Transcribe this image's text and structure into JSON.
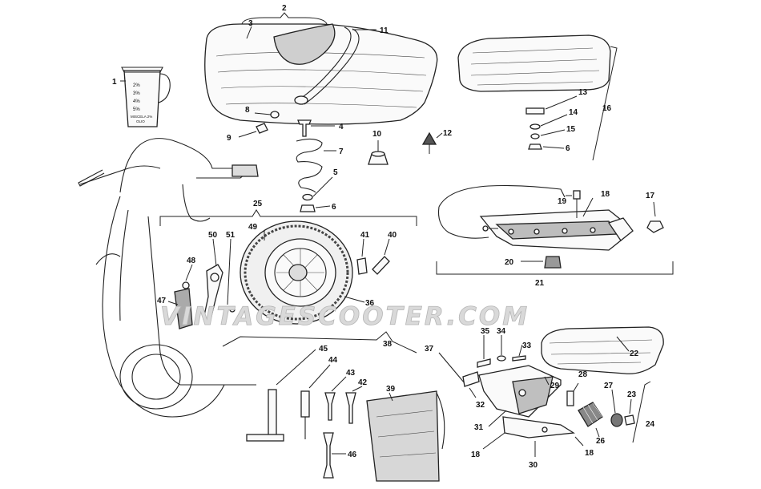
{
  "watermark": "VINTAGESCOOTER.COM",
  "callouts": {
    "c1": "1",
    "c2": "2",
    "c3": "3",
    "c4": "4",
    "c5": "5",
    "c6a": "6",
    "c6b": "6",
    "c7": "7",
    "c8": "8",
    "c9": "9",
    "c10": "10",
    "c11": "11",
    "c12": "12",
    "c13": "13",
    "c14": "14",
    "c15": "15",
    "c16": "16",
    "c17": "17",
    "c18a": "18",
    "c18b": "18",
    "c18c": "18",
    "c19": "19",
    "c20": "20",
    "c21": "21",
    "c22": "22",
    "c23": "23",
    "c24": "24",
    "c25": "25",
    "c26": "26",
    "c27": "27",
    "c28": "28",
    "c29": "29",
    "c30": "30",
    "c31": "31",
    "c32": "32",
    "c33": "33",
    "c34": "34",
    "c35": "35",
    "c36": "36",
    "c37": "37",
    "c38": "38",
    "c39": "39",
    "c40": "40",
    "c41": "41",
    "c42": "42",
    "c43": "43",
    "c44": "44",
    "c45": "45",
    "c46": "46",
    "c47": "47",
    "c48": "48",
    "c49": "49",
    "c50": "50",
    "c51": "51"
  },
  "jug_marks": [
    "2%",
    "3%",
    "4%",
    "5%"
  ],
  "jug_caption": [
    "MISCELA 2%",
    "OLIO"
  ]
}
